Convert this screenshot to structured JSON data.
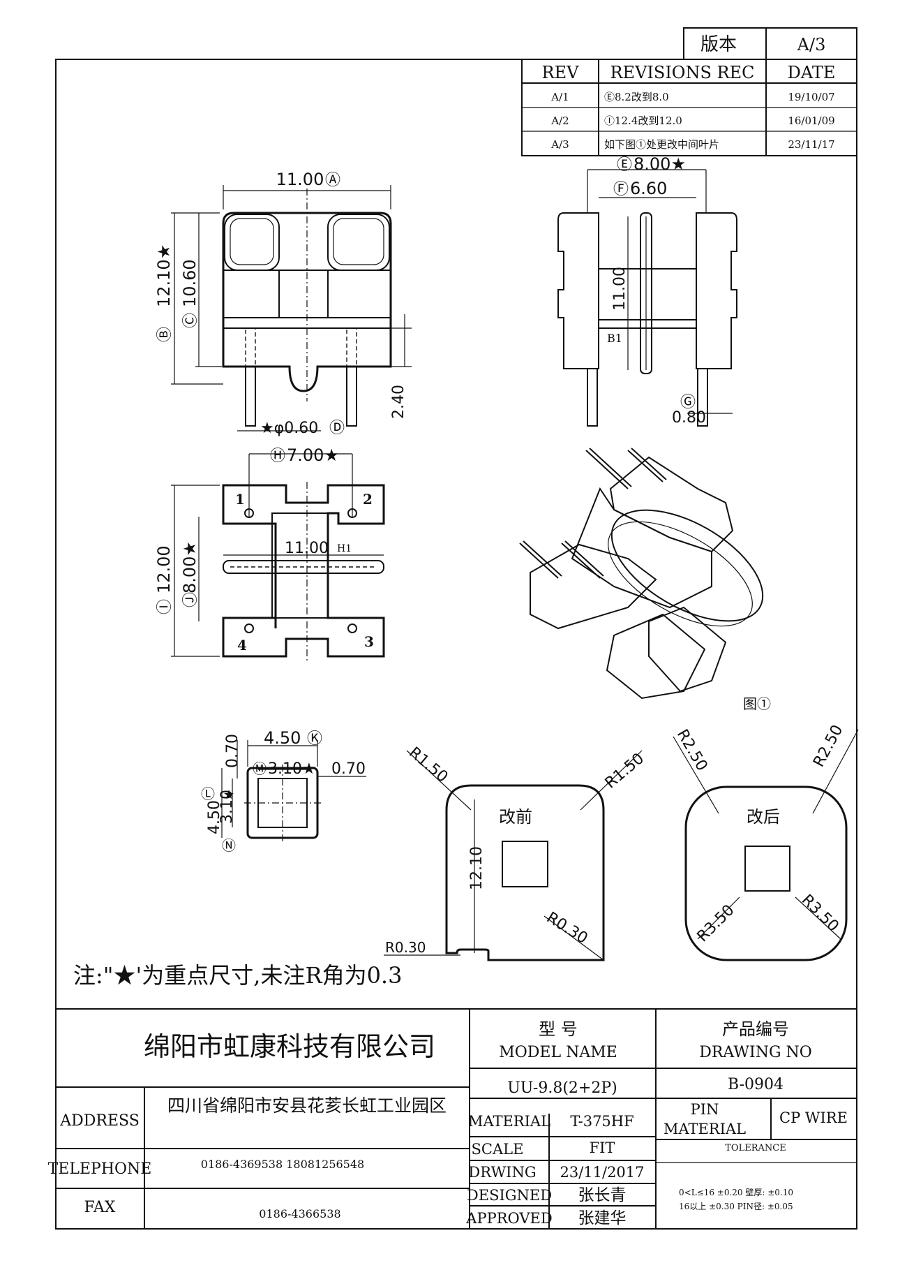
{
  "version_box": {
    "label": "版本",
    "value": "A/3"
  },
  "revisions": {
    "headers": {
      "rev": "REV",
      "rec": "REVISIONS REC",
      "date": "DATE"
    },
    "rows": [
      {
        "rev": "A/1",
        "rec": "Ⓔ8.2改到8.0",
        "date": "19/10/07"
      },
      {
        "rev": "A/2",
        "rec": "Ⓘ12.4改到12.0",
        "date": "16/01/09"
      },
      {
        "rev": "A/3",
        "rec": "如下图①处更改中间叶片",
        "date": "23/11/17"
      }
    ]
  },
  "dimensions": {
    "front_width": "11.00",
    "front_width_tag": "Ⓐ",
    "front_height_b": "12.10★",
    "front_height_b_tag": "Ⓑ",
    "front_height_c": "10.60",
    "front_height_c_tag": "Ⓒ",
    "pin_dia": "★φ0.60",
    "pin_dia_tag": "Ⓓ",
    "pin_length": "2.40",
    "side_e": "8.00★",
    "side_e_tag": "Ⓔ",
    "side_f": "6.60",
    "side_f_tag": "Ⓕ",
    "side_height": "11.00",
    "side_b1_tag": "B1",
    "side_g": "0.80",
    "side_g_tag": "Ⓖ",
    "top_h": "7.00★",
    "top_h_tag": "Ⓗ",
    "top_i": "12.00",
    "top_i_tag": "Ⓘ",
    "top_j": "8.00★",
    "top_j_tag": "Ⓙ",
    "top_h1": "11.00",
    "top_h1_tag": "H1",
    "pin_labels": [
      "1",
      "2",
      "3",
      "4"
    ],
    "sec_k": "4.50",
    "sec_k_tag": "Ⓚ",
    "sec_m": "3.10★",
    "sec_m_tag": "Ⓜ",
    "sec_wall_top": "0.70",
    "sec_wall_right": "0.70",
    "sec_l": "4.50",
    "sec_l_tag": "Ⓛ",
    "sec_n": "3.10",
    "sec_n_tag": "Ⓝ",
    "star": "★",
    "before_label": "改前",
    "after_label": "改后",
    "before_r_left": "R1.50",
    "before_r_right": "R1.50",
    "before_height": "12.10",
    "before_r_inner": "R0.30",
    "before_r_bottom": "R0.30",
    "after_r_tl": "R2.50",
    "after_r_tr": "R2.50",
    "after_r_bl": "R3.50",
    "after_r_br": "R3.50",
    "figure_label": "图①"
  },
  "note": "注:\"★'为重点尺寸,未注R角为0.3",
  "title_block": {
    "company": "绵阳市虹康科技有限公司",
    "model_cn": "型      号",
    "model_en": "MODEL NAME",
    "drawing_cn": "产品编号",
    "drawing_en": "DRAWING NO",
    "model_value": "UU-9.8(2+2P)",
    "drawing_value": "B-0904",
    "address_label": "ADDRESS",
    "address_value": "四川省绵阳市安县花荄长虹工业园区",
    "telephone_label": "TELEPHONE",
    "telephone_value": "0186-4369538   18081256548",
    "fax_label": "FAX",
    "fax_value": "0186-4366538",
    "material_label": "MATERIAL",
    "material_value": "T-375HF",
    "scale_label": "SCALE",
    "scale_value": "FIT",
    "drwing_label": "DRWING",
    "drwing_value": "23/11/2017",
    "designed_label": "DESIGNED",
    "designed_value": "张长青",
    "approved_label": "APPROVED",
    "approved_value": "张建华",
    "pin_material_label_1": "PIN",
    "pin_material_label_2": "MATERIAL",
    "pin_material_value": "CP WIRE",
    "tolerance_label": "TOLERANCE",
    "tolerance_line_1": "0<L≤16  ±0.20   壁厚:  ±0.10",
    "tolerance_line_2": "16以上     ±0.30   PIN径: ±0.05"
  }
}
